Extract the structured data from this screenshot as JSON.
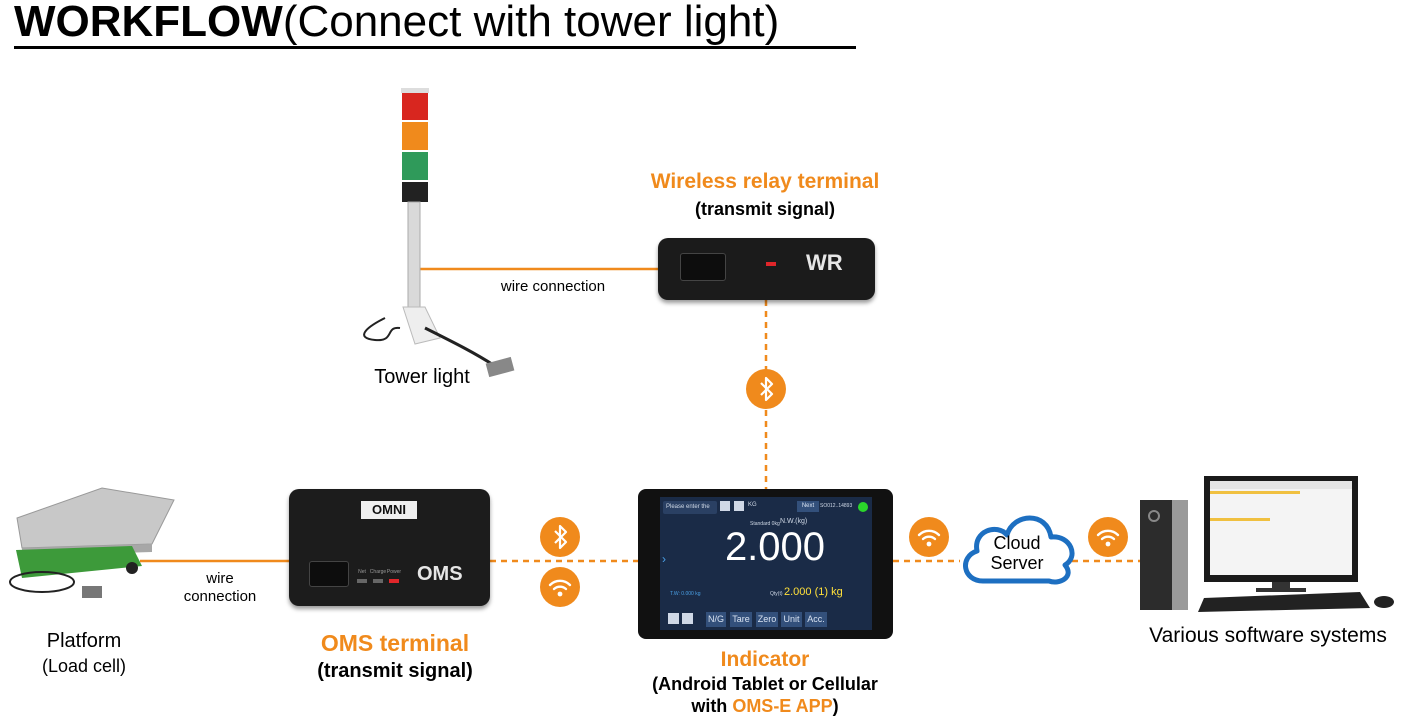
{
  "title": {
    "bold": "WORKFLOW",
    "normal": "(Connect with tower light)"
  },
  "tower_light": {
    "label": "Tower light"
  },
  "wire_top": {
    "label": "wire connection"
  },
  "wireless_relay": {
    "title": "Wireless relay terminal",
    "subtitle": "(transmit signal)",
    "device_text": "WR"
  },
  "platform": {
    "label": "Platform",
    "sublabel": "(Load cell)"
  },
  "wire_bottom": {
    "line1": "wire",
    "line2": "connection"
  },
  "oms": {
    "title": "OMS terminal",
    "subtitle": "(transmit signal)",
    "device_text": "OMS",
    "logo": "OMNI",
    "leds": [
      "Net",
      "Charge",
      "Power"
    ]
  },
  "indicator": {
    "title": "Indicator",
    "sub_line1": "(Android Tablet or Cellular",
    "sub_line2_prefix": "with ",
    "sub_line2_app": "OMS-E APP",
    "sub_line2_suffix": ")",
    "screen": {
      "search_placeholder": "Please enter the",
      "unit": "KG",
      "next": "Next",
      "order": "SO012..14893",
      "standard": "Standard 0kg",
      "nw_label": "N.W.(kg)",
      "weight": "2.000",
      "tw": "T.W: 0.000 kg",
      "qty_label": "Qty(t)",
      "qty_value": "2.000 (1) kg",
      "buttons": [
        "N/G",
        "Tare",
        "Zero",
        "Unit",
        "Acc."
      ]
    }
  },
  "cloud": {
    "line1": "Cloud",
    "line2": "Server"
  },
  "software": {
    "label": "Various software systems"
  },
  "colors": {
    "accent": "#f08a1c",
    "cloud_blue": "#1d6fc1"
  },
  "icons": [
    "bluetooth-icon",
    "wifi-icon"
  ]
}
